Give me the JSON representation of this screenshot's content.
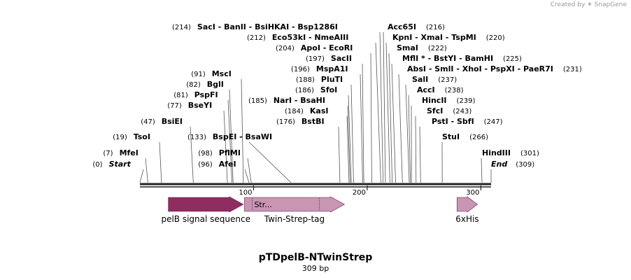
{
  "credit": {
    "prefix": "Created by",
    "logo_glyph": "✦",
    "brand": "SnapGene"
  },
  "plasmid": {
    "name": "pTDpelB-NTwinStrep",
    "length_label": "309 bp"
  },
  "backbone": {
    "length": 309,
    "color": "#222222"
  },
  "ticks": [
    {
      "pos": 100,
      "label": "100"
    },
    {
      "pos": 200,
      "label": "200"
    },
    {
      "pos": 300,
      "label": "300"
    }
  ],
  "sites": [
    {
      "pos": 0,
      "label_pos": "(0)",
      "name": "Start",
      "style": "bi"
    },
    {
      "pos": 7,
      "label_pos": "(7)",
      "name": "MfeI"
    },
    {
      "pos": 19,
      "label_pos": "(19)",
      "name": "TsoI"
    },
    {
      "pos": 47,
      "label_pos": "(47)",
      "name": "BsiEI"
    },
    {
      "pos": 77,
      "label_pos": "(77)",
      "name": "BseYI"
    },
    {
      "pos": 81,
      "label_pos": "(81)",
      "name": "PspFI"
    },
    {
      "pos": 82,
      "label_pos": "(82)",
      "name": "BglI"
    },
    {
      "pos": 91,
      "label_pos": "(91)",
      "name": "MscI"
    },
    {
      "pos": 96,
      "label_pos": "(96)",
      "name": "AfeI"
    },
    {
      "pos": 98,
      "label_pos": "(98)",
      "name": "PflMI"
    },
    {
      "pos": 133,
      "label_pos": "(133)",
      "name": "BspEI - BsaWI"
    },
    {
      "pos": 176,
      "label_pos": "(176)",
      "name": "BstBI"
    },
    {
      "pos": 184,
      "label_pos": "(184)",
      "name": "KasI"
    },
    {
      "pos": 185,
      "label_pos": "(185)",
      "name": "NarI - BsaHI"
    },
    {
      "pos": 186,
      "label_pos": "(186)",
      "name": "SfoI"
    },
    {
      "pos": 188,
      "label_pos": "(188)",
      "name": "PluTI"
    },
    {
      "pos": 196,
      "label_pos": "(196)",
      "name": "MspA1I"
    },
    {
      "pos": 197,
      "label_pos": "(197)",
      "name": "SacII"
    },
    {
      "pos": 204,
      "label_pos": "(204)",
      "name": "ApoI - EcoRI"
    },
    {
      "pos": 212,
      "label_pos": "(212)",
      "name": "Eco53kI - NmeAIII"
    },
    {
      "pos": 214,
      "label_pos": "(214)",
      "name": "SacI - BanII - BsiHKAI - Bsp1286I"
    },
    {
      "pos": 216,
      "label_pos": "(216)",
      "name": "Acc65I"
    },
    {
      "pos": 220,
      "label_pos": "(220)",
      "name": "KpnI - XmaI - TspMI"
    },
    {
      "pos": 222,
      "label_pos": "(222)",
      "name": "SmaI"
    },
    {
      "pos": 225,
      "label_pos": "(225)",
      "name": "MflI * - BstYI - BamHI"
    },
    {
      "pos": 231,
      "label_pos": "(231)",
      "name": "AbsI - SmlI - XhoI - PspXI - PaeR7I"
    },
    {
      "pos": 237,
      "label_pos": "(237)",
      "name": "SalI"
    },
    {
      "pos": 238,
      "label_pos": "(238)",
      "name": "AccI"
    },
    {
      "pos": 239,
      "label_pos": "(239)",
      "name": "HincII"
    },
    {
      "pos": 243,
      "label_pos": "(243)",
      "name": "SfcI"
    },
    {
      "pos": 247,
      "label_pos": "(247)",
      "name": "PstI - SbfI"
    },
    {
      "pos": 266,
      "label_pos": "(266)",
      "name": "StuI"
    },
    {
      "pos": 301,
      "label_pos": "(301)",
      "name": "HindIII"
    },
    {
      "pos": 309,
      "label_pos": "(309)",
      "name": "End",
      "style": "bi"
    }
  ],
  "features": [
    {
      "name": "pelB signal sequence",
      "start": 25,
      "end": 91,
      "color": "#8e2d5f",
      "inner": ""
    },
    {
      "name": "Twin-Strep-tag",
      "start": 92,
      "end": 180,
      "color": "#c895b3",
      "inner": "Str...",
      "split": 158
    },
    {
      "name": "6xHis",
      "start": 279,
      "end": 297,
      "color": "#c895b3",
      "inner": ""
    }
  ]
}
